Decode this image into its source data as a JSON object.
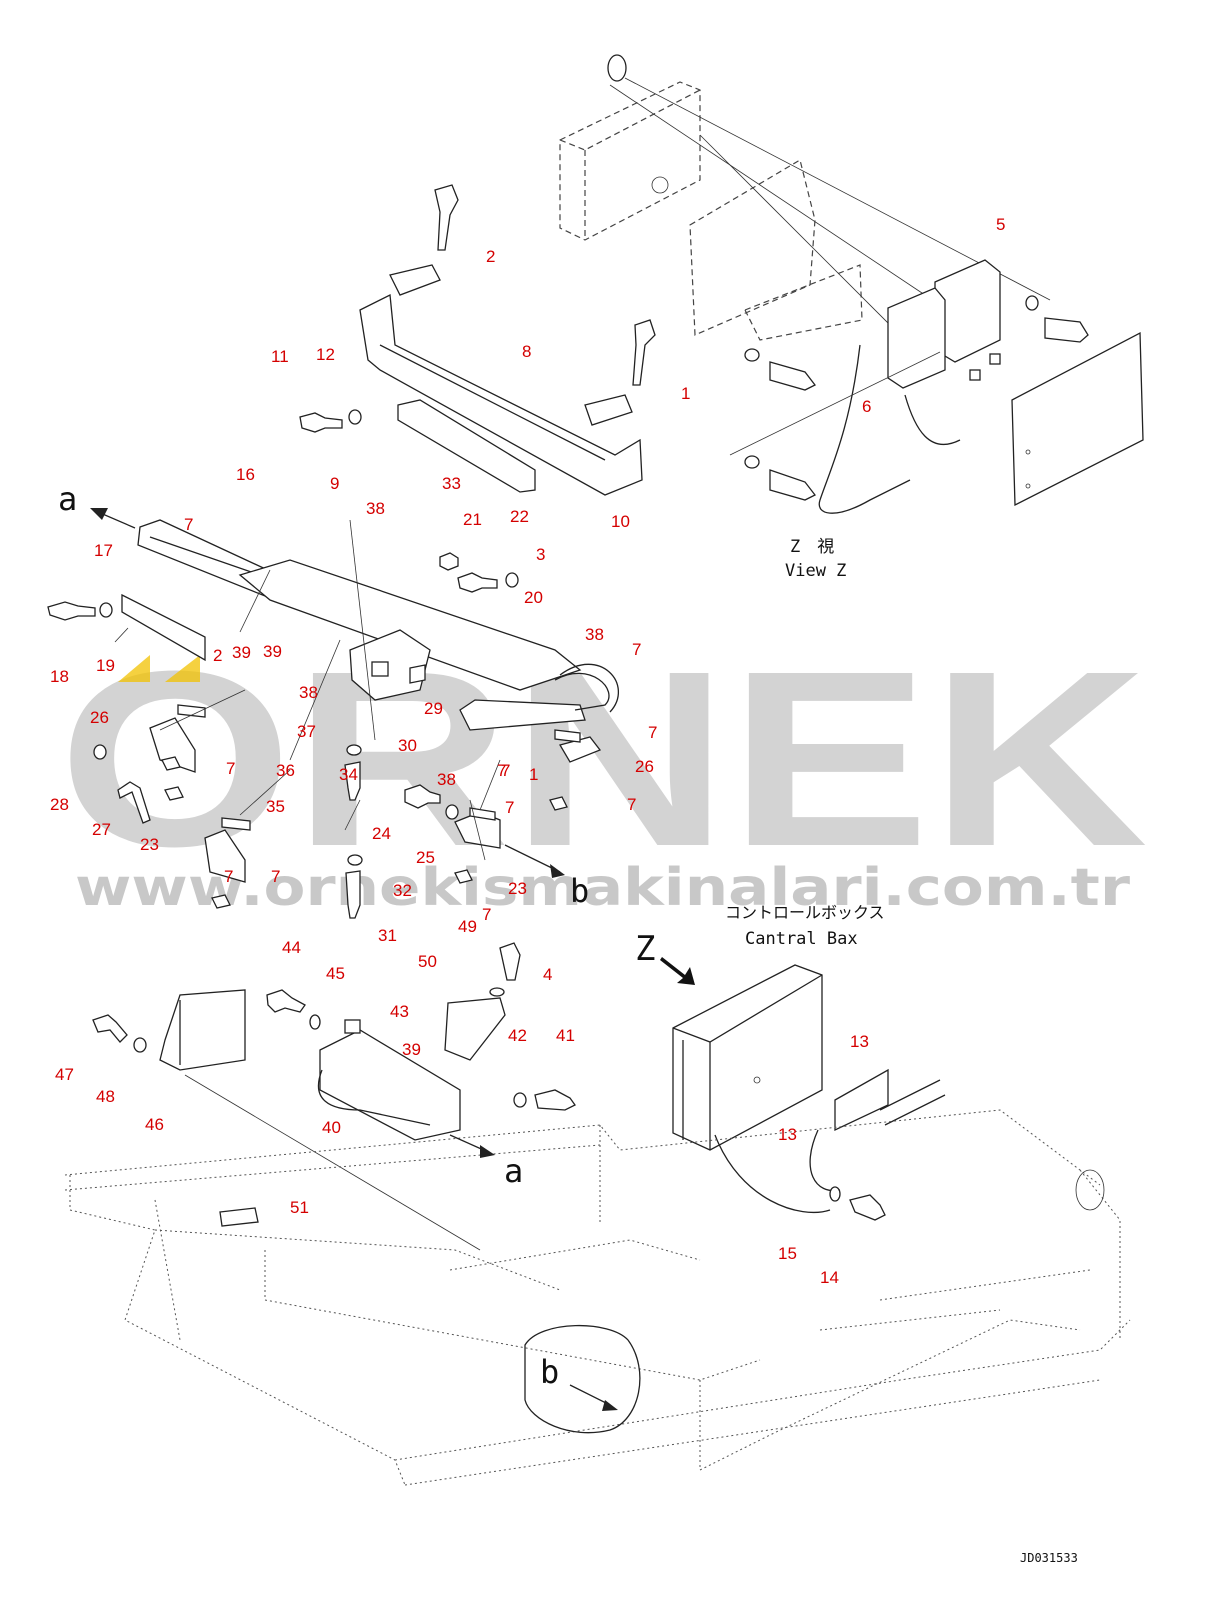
{
  "watermark": {
    "brand": "ORNEK",
    "url": "www.ornekismakinalari.com.tr",
    "accent_color": "#f2c200"
  },
  "colors": {
    "part_number": "#d40000",
    "line": "#222222",
    "watermark": "#d3d3d3"
  },
  "view_label": {
    "z_jp": "Z　視",
    "z_en": "View Z",
    "z_marker": "Z"
  },
  "control_box": {
    "jp": "コントロールボックス",
    "en": "Cantral Bax"
  },
  "callouts": {
    "a_top": "a",
    "b_mid": "b",
    "a_lower": "a",
    "b_frame": "b"
  },
  "drawing_id": "JD031533",
  "part_numbers": [
    "5",
    "2",
    "1",
    "8",
    "11",
    "12",
    "6",
    "10",
    "9",
    "16",
    "38",
    "7",
    "33",
    "21",
    "22",
    "3",
    "17",
    "18",
    "19",
    "20",
    "39",
    "2",
    "39",
    "38",
    "29",
    "37",
    "30",
    "26",
    "36",
    "34",
    "7",
    "28",
    "27",
    "7",
    "35",
    "24",
    "25",
    "32",
    "31",
    "23",
    "7",
    "49",
    "50",
    "4",
    "44",
    "45",
    "41",
    "42",
    "43",
    "47",
    "48",
    "46",
    "40",
    "39",
    "13",
    "13",
    "15",
    "14",
    "51",
    "26",
    "7",
    "38",
    "7",
    "1",
    "7",
    "23",
    "7",
    "7",
    "38",
    "7",
    "7"
  ]
}
